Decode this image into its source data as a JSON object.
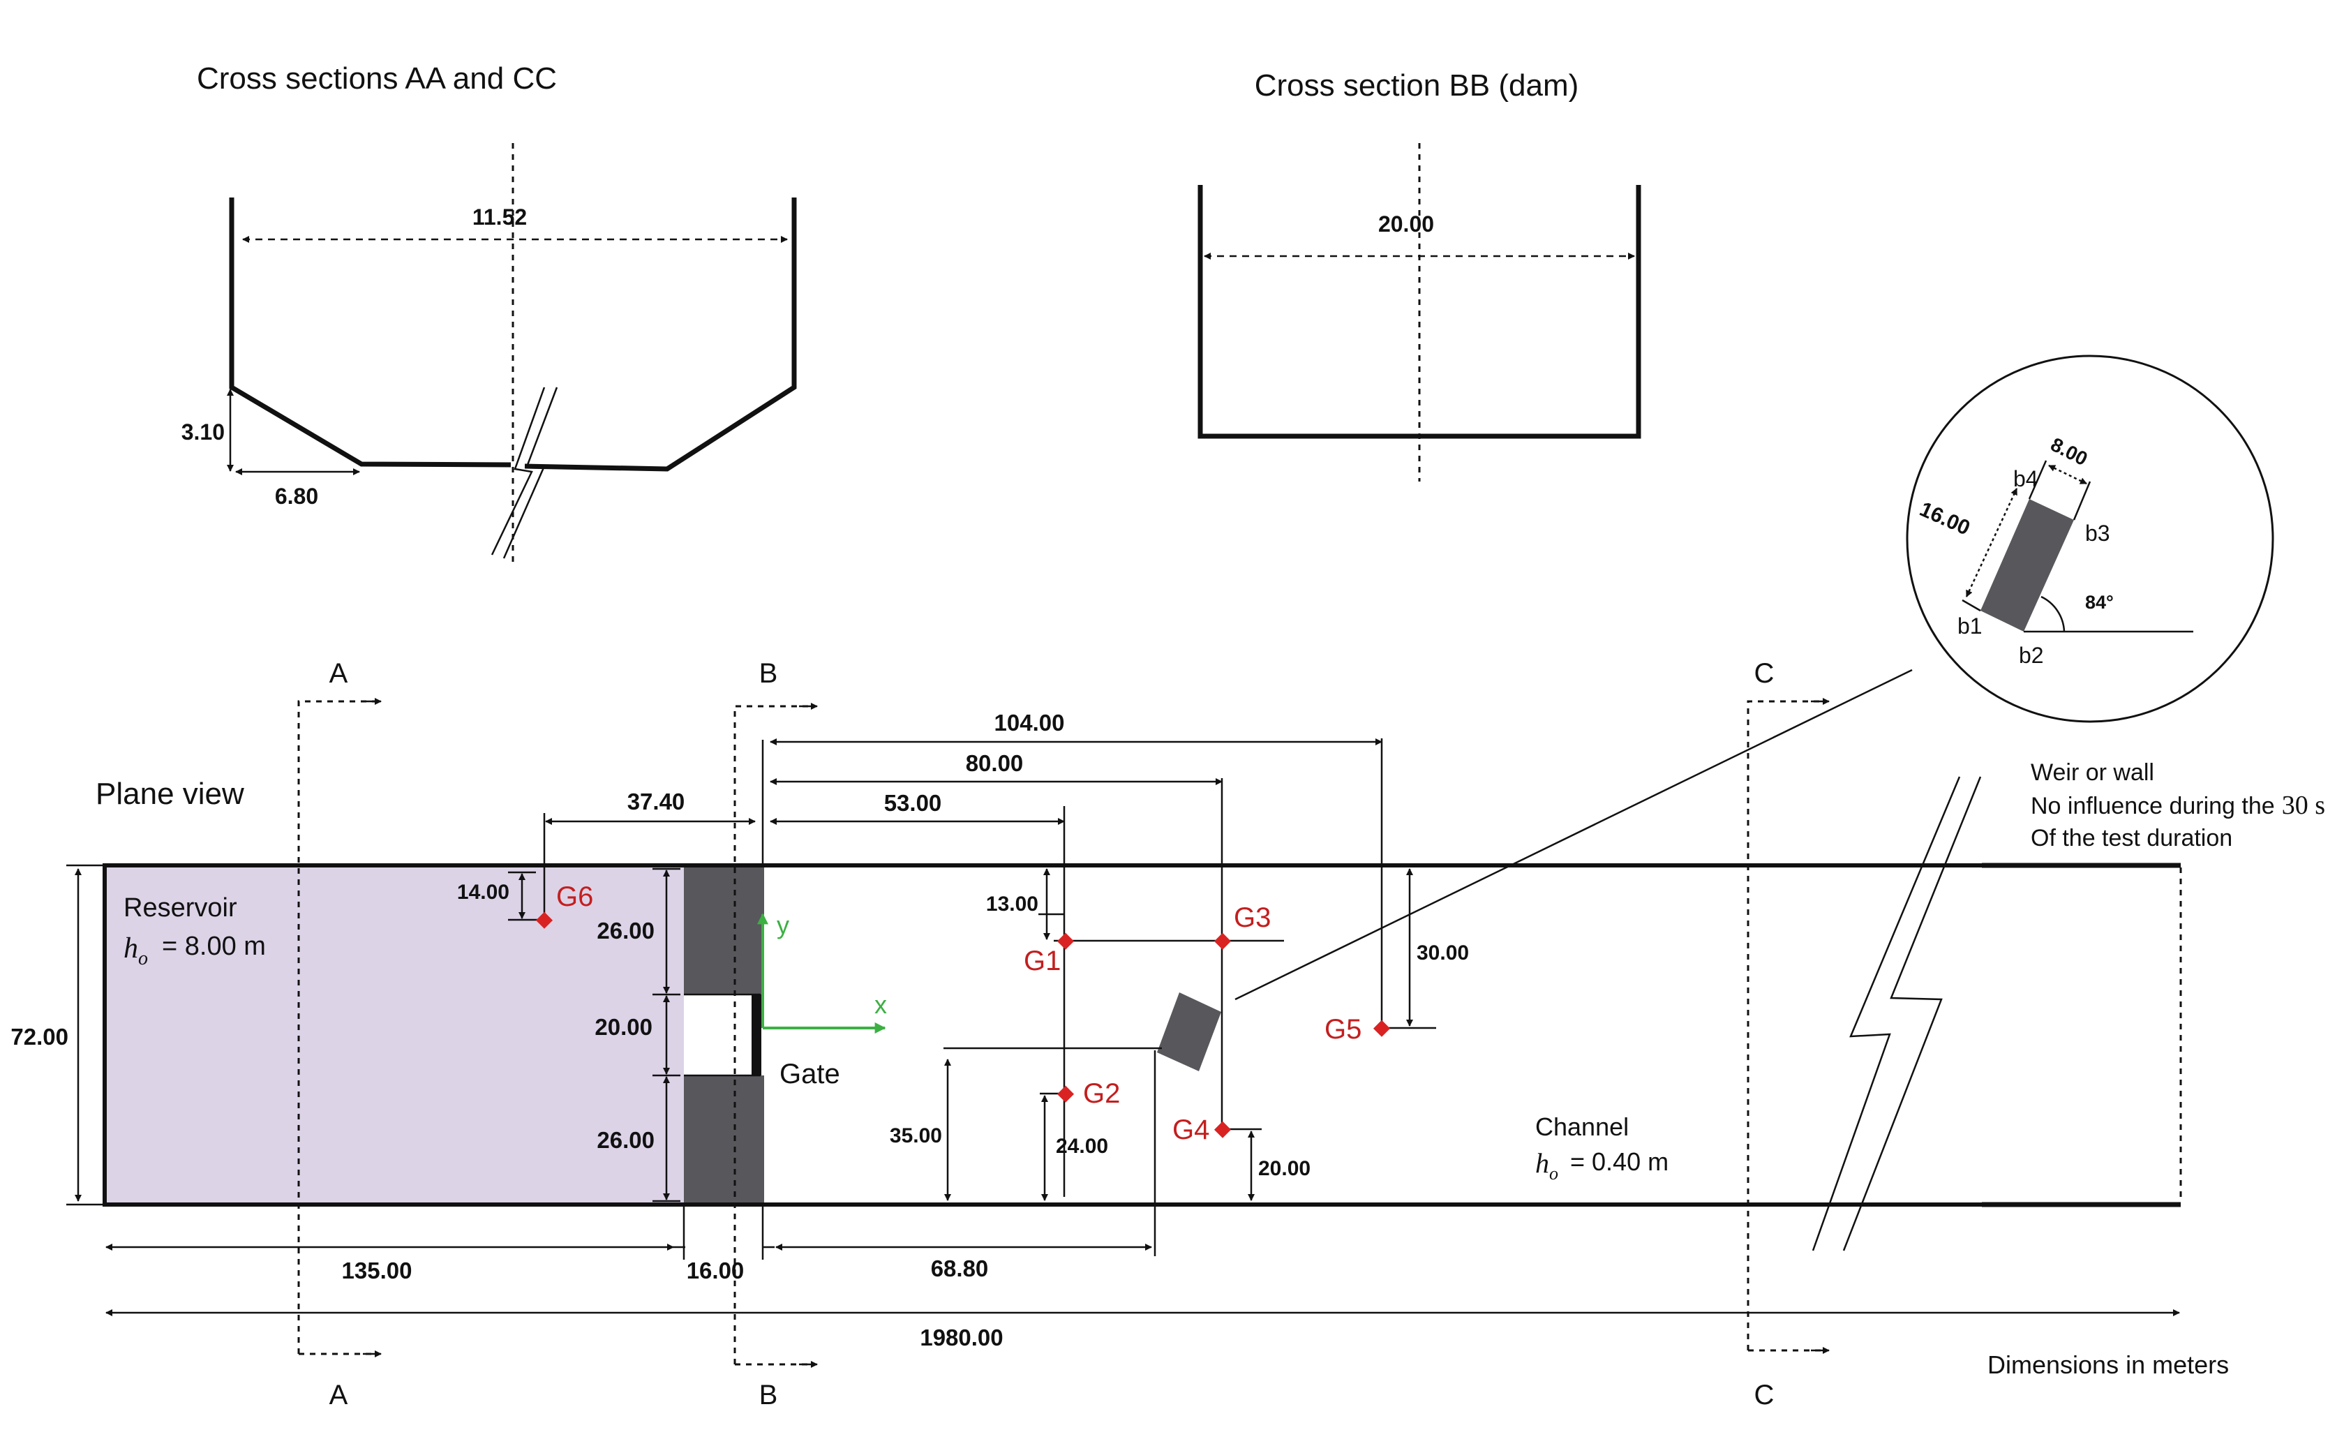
{
  "labels": {
    "cross_section_aa_cc": "Cross sections AA and CC",
    "cross_section_bb": "Cross section BB (dam)",
    "plane_view": "Plane view",
    "reservoir": "Reservoir",
    "reservoir_depth": "= 8.00 m",
    "channel": "Channel",
    "channel_depth": "= 0.40 m",
    "depth_symbol": "h",
    "depth_subscript": "o",
    "gate": "Gate",
    "axis_x": "x",
    "axis_y": "y",
    "weir_line1": "Weir or wall",
    "weir_line2": "No influence during the",
    "weir_line2_value": "30 s",
    "weir_line3": "Of the test duration",
    "units_note": "Dimensions in meters"
  },
  "sections": {
    "a": "A",
    "b": "B",
    "c": "C"
  },
  "gauges": {
    "g1": "G1",
    "g2": "G2",
    "g3": "G3",
    "g4": "G4",
    "g5": "G5",
    "g6": "G6"
  },
  "inset": {
    "b1": "b1",
    "b2": "b2",
    "b3": "b3",
    "b4": "b4",
    "length": "16.00",
    "width": "8.00",
    "angle": "84°"
  },
  "dimensions": {
    "aa_top_width": "11.52",
    "aa_side_height": "3.10",
    "aa_slope_width": "6.80",
    "bb_width": "20.00",
    "d104": "104.00",
    "d80": "80.00",
    "d53": "53.00",
    "d3740": "37.40",
    "d1400": "14.00",
    "d2600_top": "26.00",
    "d2000": "20.00",
    "d2600_bottom": "26.00",
    "d7200": "72.00",
    "d1300": "13.00",
    "d3000": "30.00",
    "d3500": "35.00",
    "d2400": "24.00",
    "d2000_g4": "20.00",
    "d13500": "135.00",
    "d1600": "16.00",
    "d6880": "68.80",
    "d198000": "1980.00"
  },
  "colors": {
    "reservoir_fill": "#dcd3e7",
    "dam_fill": "#58575c",
    "gauge": "#d92323",
    "axis": "#3cb043"
  }
}
